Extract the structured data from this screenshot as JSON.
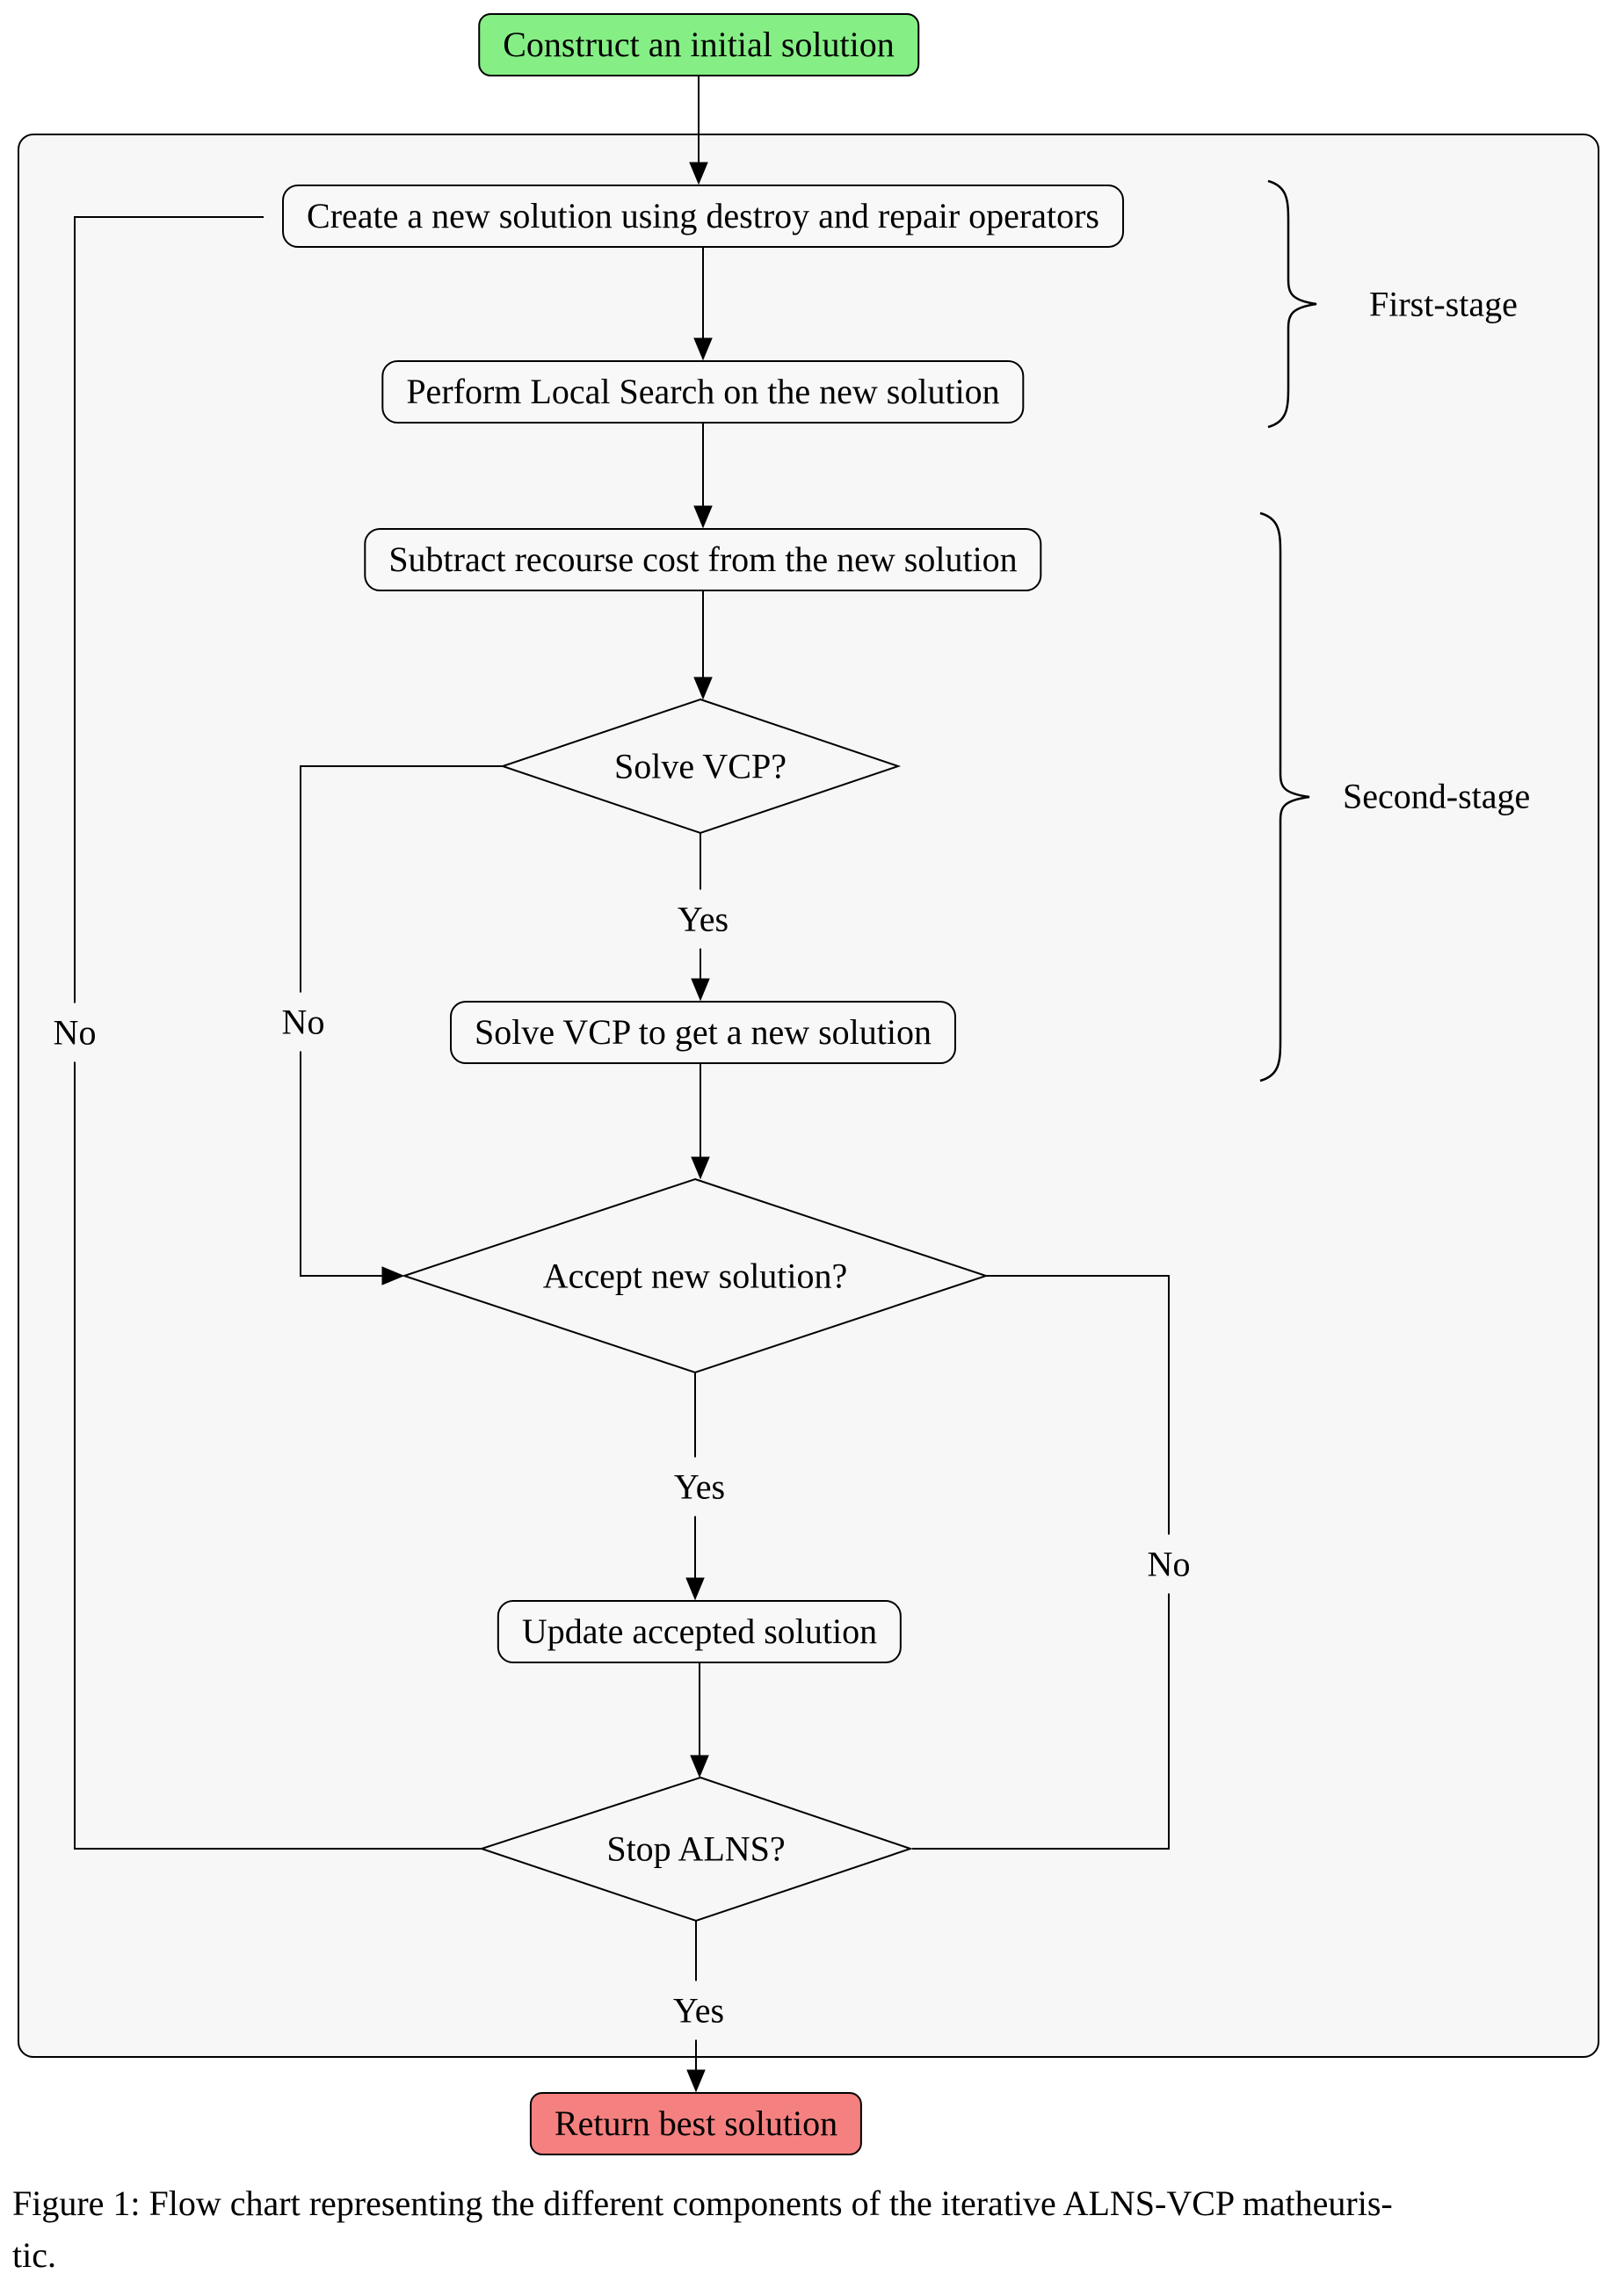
{
  "figure": {
    "start_label": "Construct an initial solution",
    "nodes": {
      "create": "Create a new solution using destroy and repair operators",
      "local_search": "Perform Local Search on the new solution",
      "subtract_recourse": "Subtract recourse cost from the new solution",
      "solve_vcp_question": "Solve VCP?",
      "solve_vcp_action": "Solve VCP to get a new solution",
      "accept_question": "Accept new solution?",
      "update_accepted": "Update accepted solution",
      "stop_question": "Stop ALNS?",
      "return_best": "Return best solution"
    },
    "edge_labels": {
      "solve_vcp_yes": "Yes",
      "solve_vcp_no": "No",
      "accept_yes": "Yes",
      "accept_no": "No",
      "stop_yes": "Yes",
      "stop_no": "No"
    },
    "stage_labels": {
      "first": "First-stage",
      "second": "Second-stage"
    },
    "colors": {
      "start_fill": "#85ee85",
      "return_fill": "#f58080",
      "panel_fill": "#f7f7f7",
      "node_fill": "#f8f8f8",
      "stroke": "#000000"
    }
  },
  "caption": {
    "line1": "Figure 1: Flow chart representing the different components of the iterative ALNS-VCP matheuris-",
    "line2": "tic."
  }
}
